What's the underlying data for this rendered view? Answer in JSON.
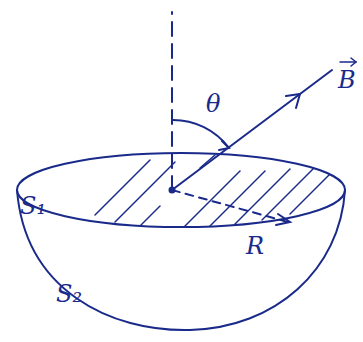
{
  "diagram": {
    "labels": [
      "θ",
      "B",
      "S₁",
      "S₂",
      "R"
    ]
  }
}
